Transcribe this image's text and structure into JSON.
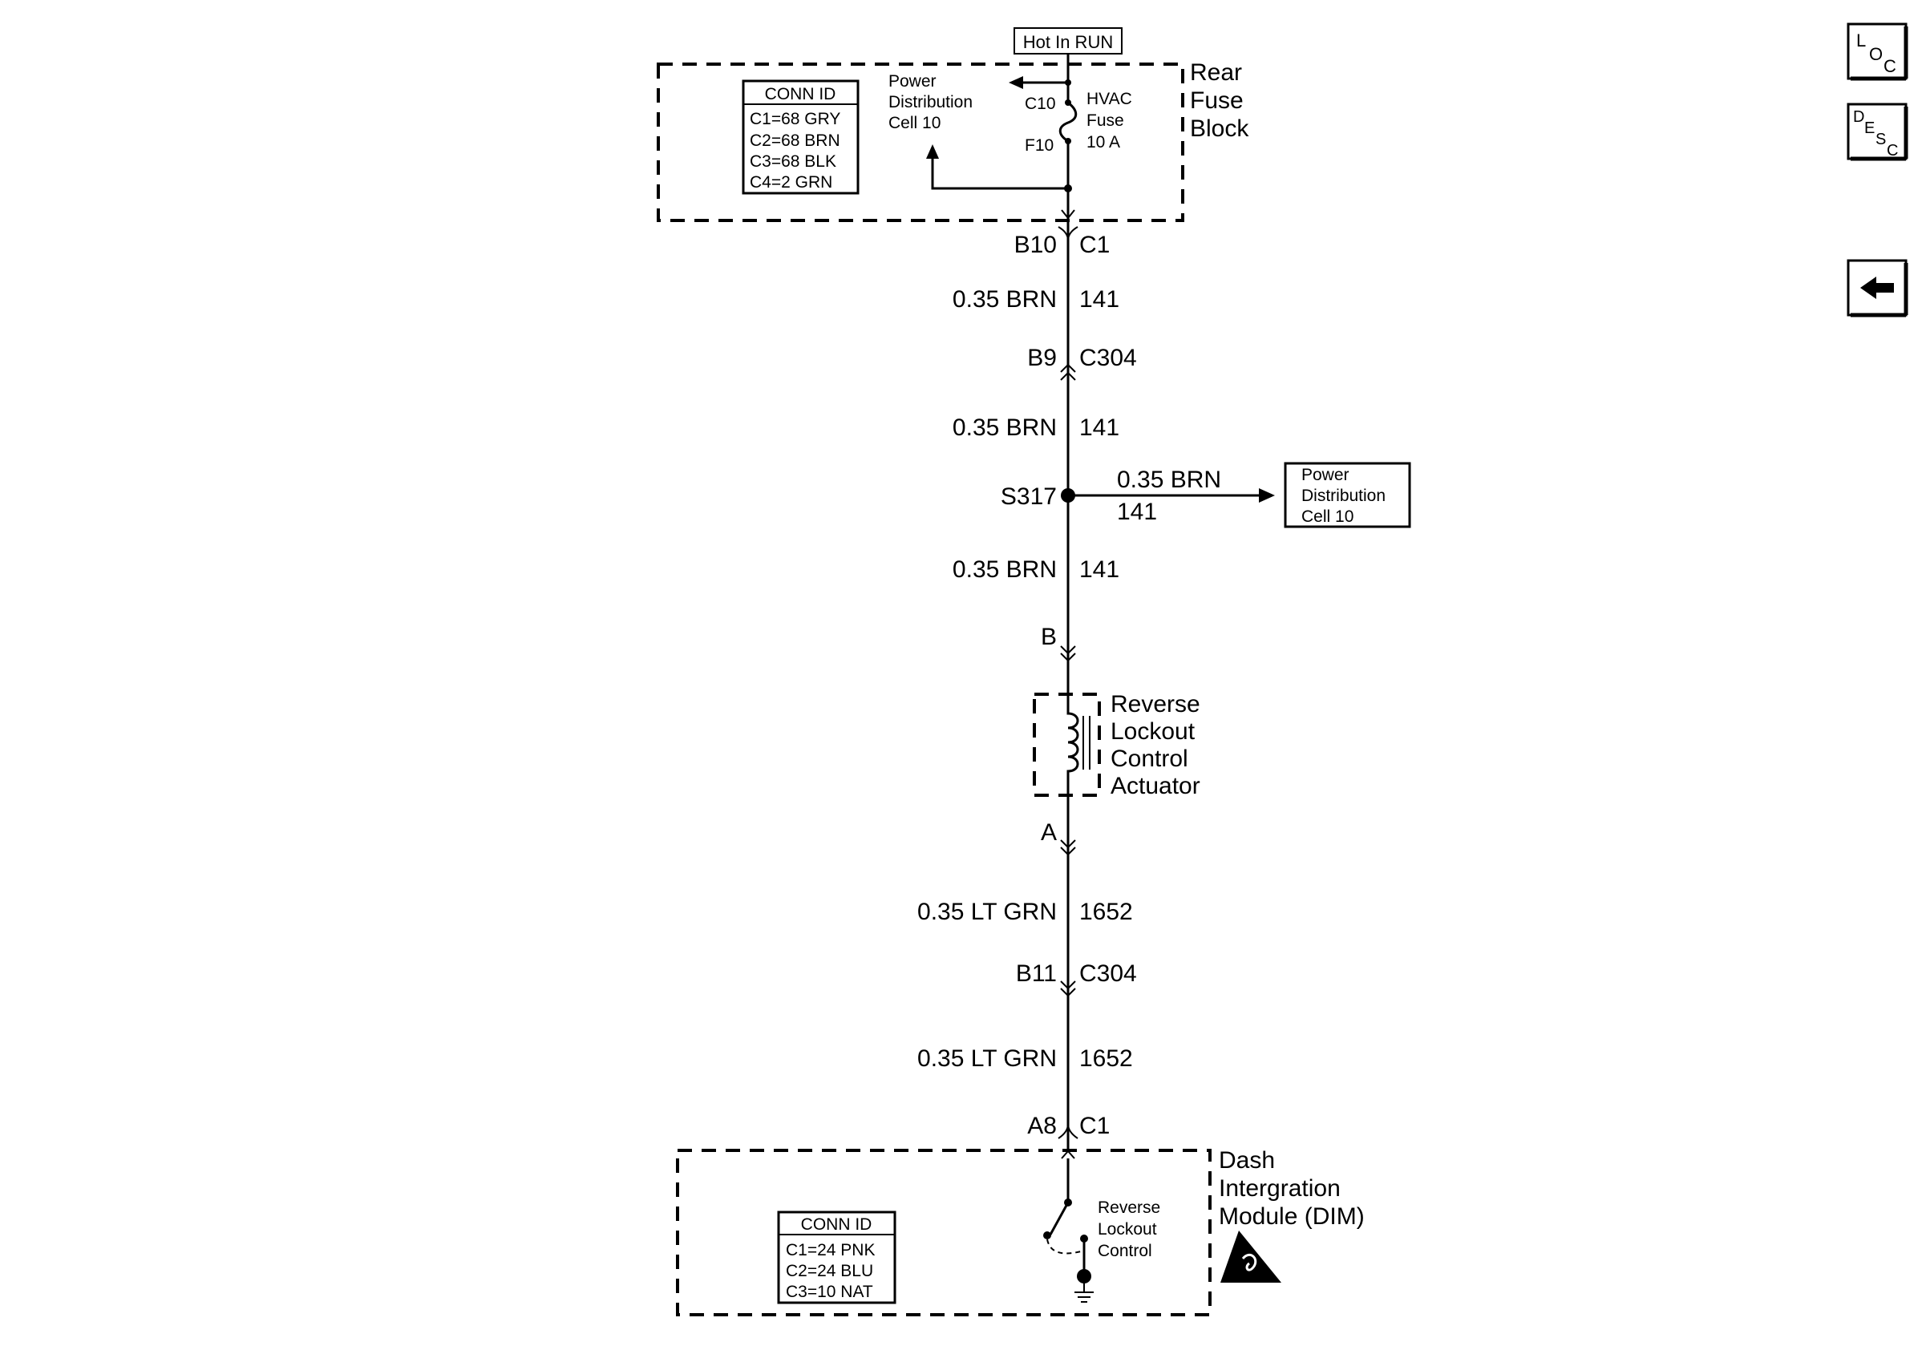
{
  "hot_label": "Hot In RUN",
  "rear_fuse_block": {
    "title": [
      "Rear",
      "Fuse",
      "Block"
    ],
    "conn_id_title": "CONN ID",
    "conn_ids": [
      "C1=68 GRY",
      "C2=68 BRN",
      "C3=68 BLK",
      "C4=2 GRN"
    ],
    "power_dist": [
      "Power",
      "Distribution",
      "Cell 10"
    ],
    "fuse_label": [
      "HVAC",
      "Fuse",
      "10 A"
    ],
    "fuse_in": "C10",
    "fuse_out": "F10"
  },
  "connectors": {
    "c1_top_pin": "B10",
    "c1_top_name": "C1",
    "c304_top_pin": "B9",
    "c304_top_name": "C304",
    "splice": "S317",
    "actuator_pin_b": "B",
    "actuator_pin_a": "A",
    "c304_bot_pin": "B11",
    "c304_bot_name": "C304",
    "c1_bot_pin": "A8",
    "c1_bot_name": "C1"
  },
  "wires": {
    "w1": {
      "gauge_color": "0.35 BRN",
      "circuit": "141"
    },
    "w2": {
      "gauge_color": "0.35 BRN",
      "circuit": "141"
    },
    "w3": {
      "gauge_color": "0.35 BRN",
      "circuit": "141"
    },
    "branch": {
      "gauge_color": "0.35 BRN",
      "circuit": "141"
    },
    "w4": {
      "gauge_color": "0.35 LT GRN",
      "circuit": "1652"
    },
    "w5": {
      "gauge_color": "0.35 LT GRN",
      "circuit": "1652"
    }
  },
  "branch_dest": [
    "Power",
    "Distribution",
    "Cell 10"
  ],
  "actuator_label": [
    "Reverse",
    "Lockout",
    "Control",
    "Actuator"
  ],
  "dim": {
    "title": [
      "Dash",
      "Intergration",
      "Module (DIM)"
    ],
    "conn_id_title": "CONN ID",
    "conn_ids": [
      "C1=24 PNK",
      "C2=24 BLU",
      "C3=10 NAT"
    ],
    "switch_label": [
      "Reverse",
      "Lockout",
      "Control"
    ]
  },
  "nav": {
    "loc_icon": "loc-icon",
    "desc_icon": "desc-icon",
    "back_icon": "back-arrow-icon"
  }
}
